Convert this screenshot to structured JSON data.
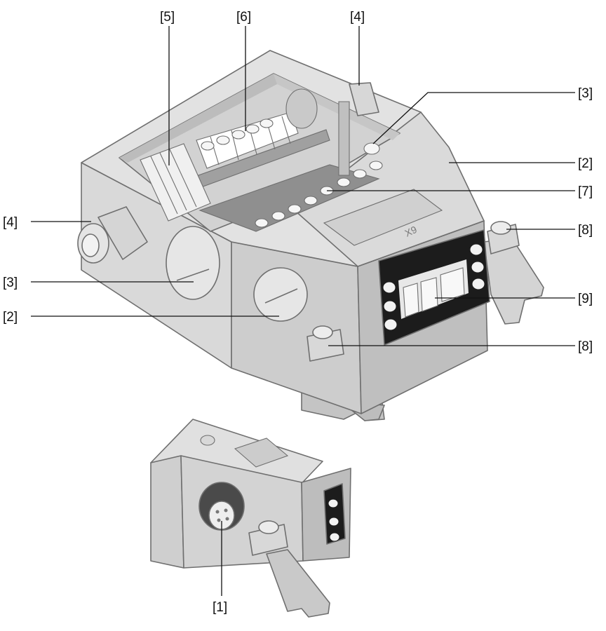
{
  "figure": {
    "callouts": {
      "c1": "[1]",
      "c2a": "[2]",
      "c2b": "[2]",
      "c3a": "[3]",
      "c3b": "[3]",
      "c4a": "[4]",
      "c4b": "[4]",
      "c5": "[5]",
      "c6": "[6]",
      "c7": "[7]",
      "c8a": "[8]",
      "c8b": "[8]",
      "c9": "[9]"
    },
    "colors": {
      "housing_light": "#dcdcdc",
      "housing_mid": "#cfcfcf",
      "housing_dark": "#bdbdbd",
      "interior": "#d2d2d2",
      "board": "#8f8f8f",
      "connector_frame": "#1c1c1c",
      "line": "#111111"
    }
  }
}
